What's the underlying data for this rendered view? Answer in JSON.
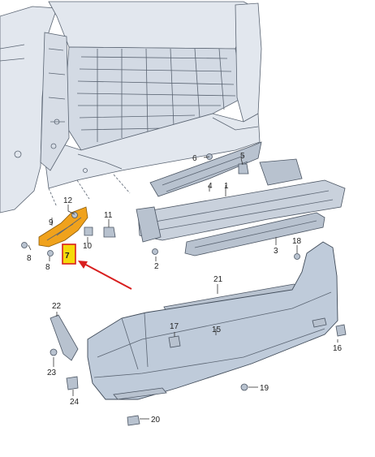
{
  "diagram": {
    "highlight_color": "#f5d90a",
    "arrow_color": "#d81e1e",
    "labels": {
      "p1": "1",
      "p2": "2",
      "p3": "3",
      "p4": "4",
      "p5": "5",
      "p6": "6",
      "p7": "7",
      "p8a": "8",
      "p8b": "8",
      "p9": "9",
      "p10": "10",
      "p11": "11",
      "p12": "12",
      "p15": "15",
      "p16": "16",
      "p17": "17",
      "p18": "18",
      "p19": "19",
      "p20": "20",
      "p21": "21",
      "p22": "22",
      "p23": "23",
      "p24": "24"
    }
  }
}
